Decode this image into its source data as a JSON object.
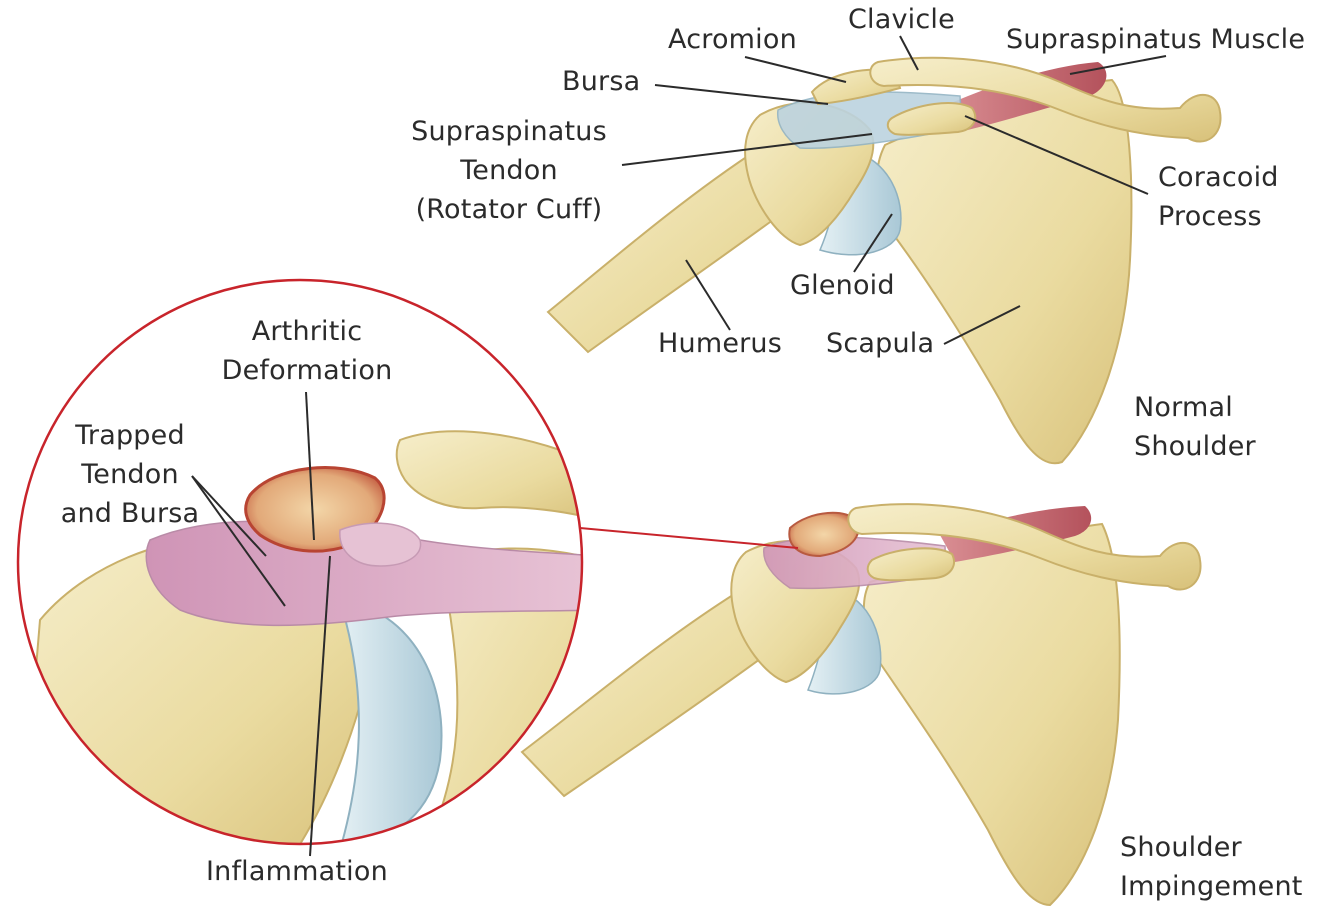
{
  "labels": {
    "acromion": [
      "Acromion"
    ],
    "clavicle": [
      "Clavicle"
    ],
    "supraspinatus_muscle": [
      "Supraspinatus Muscle"
    ],
    "bursa": [
      "Bursa"
    ],
    "supraspinatus_tendon": [
      "Supraspinatus",
      "Tendon",
      "(Rotator Cuff)"
    ],
    "coracoid_process": [
      "Coracoid",
      "Process"
    ],
    "glenoid": [
      "Glenoid"
    ],
    "humerus": [
      "Humerus"
    ],
    "scapula": [
      "Scapula"
    ],
    "normal_shoulder": [
      "Normal",
      "Shoulder"
    ],
    "arthritic_deformation": [
      "Arthritic",
      "Deformation"
    ],
    "trapped_tendon_bursa": [
      "Trapped",
      "Tendon",
      "and Bursa"
    ],
    "inflammation": [
      "Inflammation"
    ],
    "shoulder_impingement": [
      "Shoulder",
      "Impingement"
    ]
  },
  "colors": {
    "bone": "#efe4b4",
    "bone_shadow": "#d6c07a",
    "cartilage": "#c6dde6",
    "muscle": "#c46a72",
    "inflamed": "#d9a7c4",
    "deformation": "#d98f6a",
    "zoom_ring": "#c8242b",
    "leader": "#2b2b2b"
  }
}
